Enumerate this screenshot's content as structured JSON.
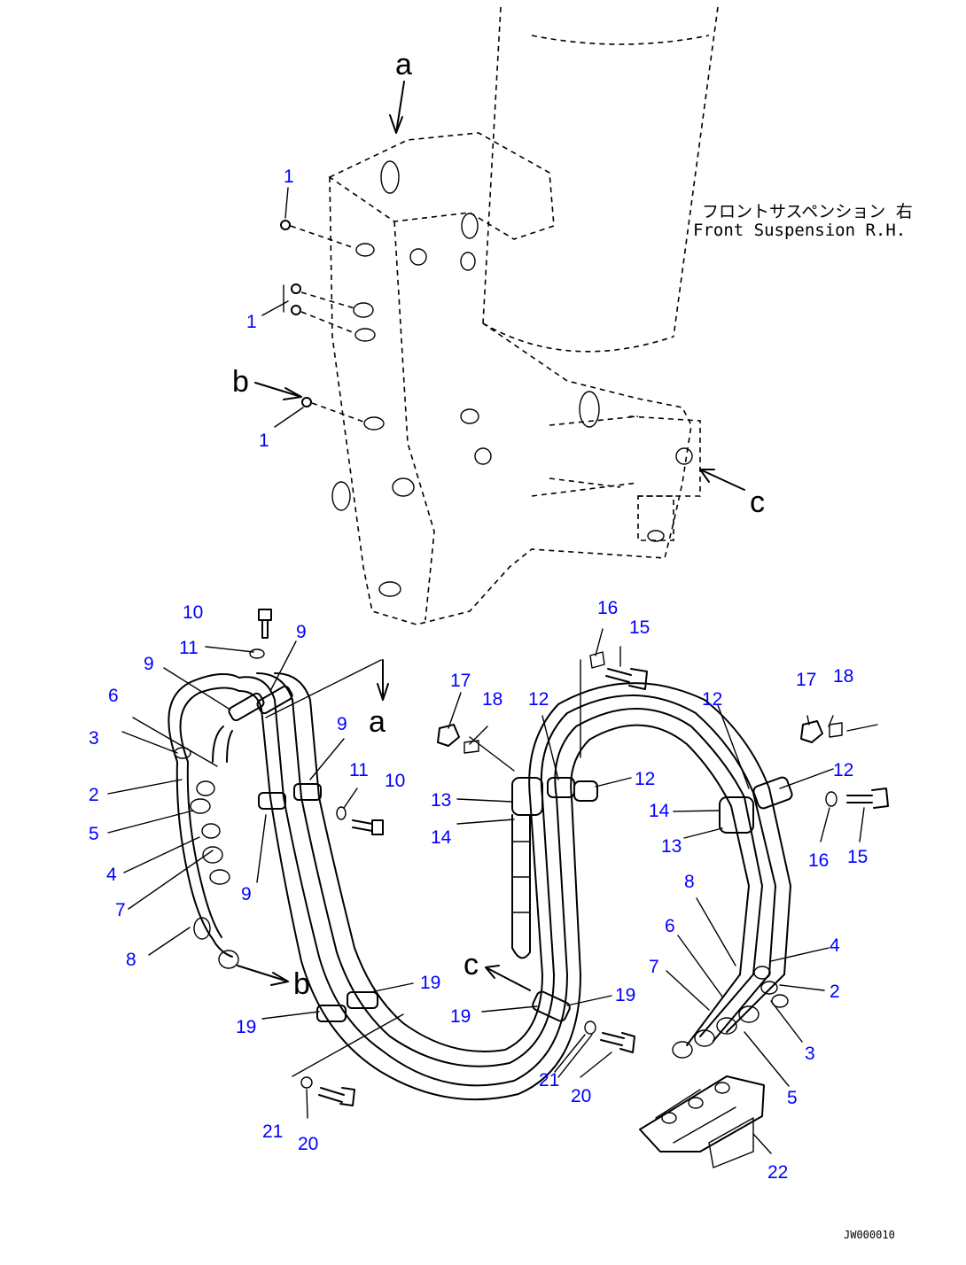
{
  "caption": {
    "jp": "フロントサスペンション 右",
    "en": "Front Suspension R.H."
  },
  "drawing_code": "JW000010",
  "view_letters": {
    "a": "a",
    "b": "b",
    "c": "c"
  },
  "part_numbers": {
    "n1": "1",
    "n2": "2",
    "n3": "3",
    "n4": "4",
    "n5": "5",
    "n6": "6",
    "n7": "7",
    "n8": "8",
    "n9": "9",
    "n10": "10",
    "n11": "11",
    "n12": "12",
    "n13": "13",
    "n14": "14",
    "n15": "15",
    "n16": "16",
    "n17": "17",
    "n18": "18",
    "n19": "19",
    "n20": "20",
    "n21": "21",
    "n22": "22"
  },
  "colors": {
    "label": "#0000ff",
    "line": "#000000"
  }
}
